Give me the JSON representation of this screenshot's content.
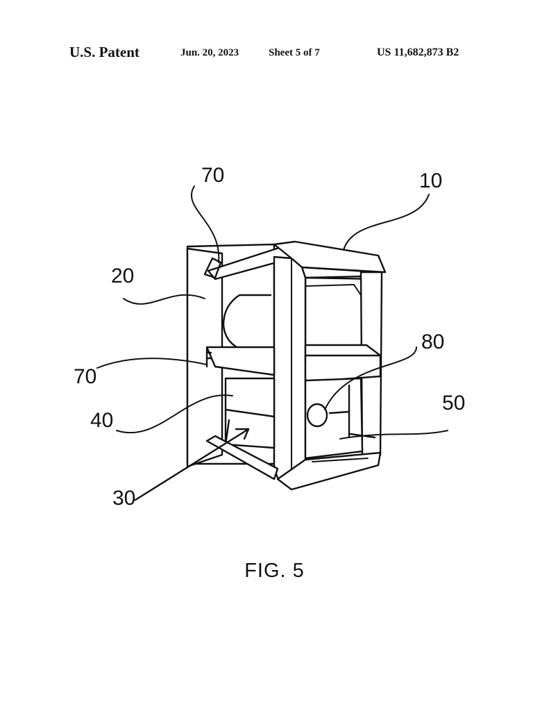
{
  "header": {
    "title": "U.S. Patent",
    "date": "Jun. 20, 2023",
    "sheet": "Sheet 5 of 7",
    "patent_number": "US 11,682,873 B2"
  },
  "figure": {
    "caption": "FIG. 5",
    "reference_numerals": {
      "top_rail_clip": "70",
      "frame": "10",
      "side_panel": "20",
      "middle_clip": "70",
      "indicator": "80",
      "lower_block": "40",
      "right_block": "50",
      "arrow": "30"
    }
  }
}
